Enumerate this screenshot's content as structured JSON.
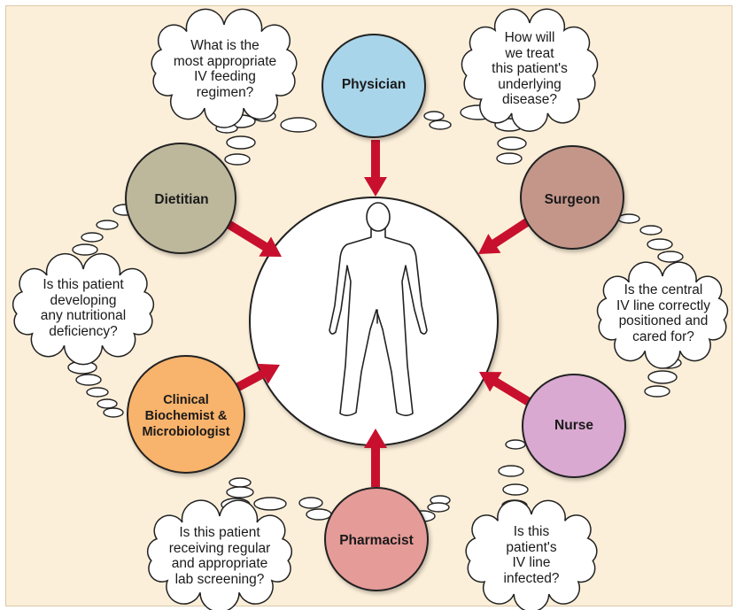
{
  "colors": {
    "background": "#fcefd9",
    "arrow": "#c8102e",
    "physician": "#a9d5ea",
    "surgeon": "#c4968a",
    "nurse": "#d9a9d1",
    "pharmacist": "#e59b98",
    "clinical": "#f8b36c",
    "dietitian": "#bdb89c"
  },
  "center_icon": "human-body-outline",
  "roles": {
    "physician": "Physician",
    "surgeon": "Surgeon",
    "nurse": "Nurse",
    "pharmacist": "Pharmacist",
    "clinical": "Clinical\nBiochemist &\nMicrobiologist",
    "dietitian": "Dietitian"
  },
  "questions": {
    "physician": "What is the\nmost appropriate\nIV feeding\nregimen?",
    "surgeon": "How will\nwe treat\nthis patient's\nunderlying\ndisease?",
    "nurse": "Is the central\nIV line correctly\npositioned and\ncared for?",
    "pharmacist": "Is this\npatient's\nIV line\ninfected?",
    "clinical": "Is this patient\nreceiving regular\nand appropriate\nlab screening?",
    "dietitian": "Is this patient\ndeveloping\nany nutritional\ndeficiency?"
  }
}
